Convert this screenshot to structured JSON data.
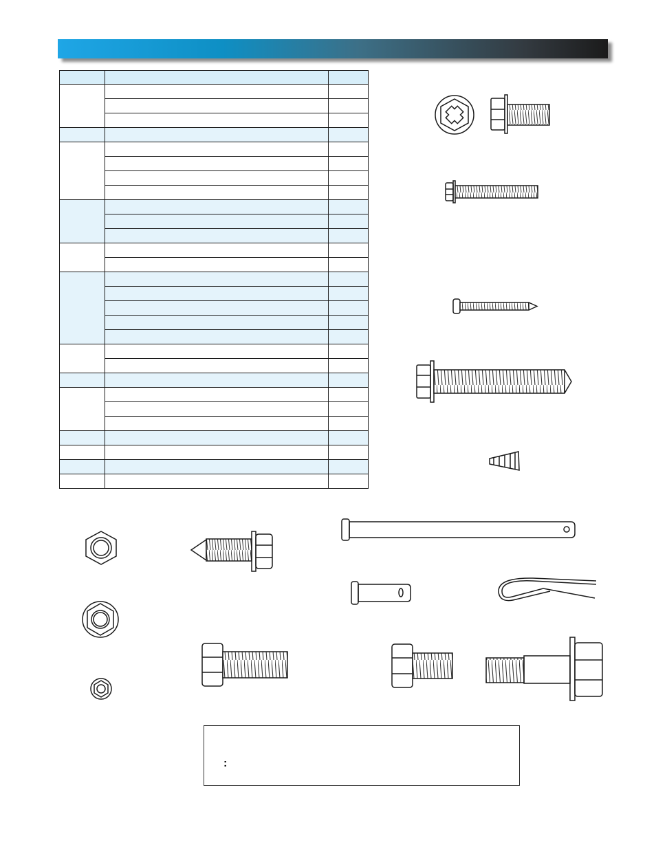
{
  "header": {
    "title": ""
  },
  "table": {
    "headers": [
      "",
      "",
      ""
    ],
    "groups": [
      {
        "key": "",
        "rows": 3,
        "shaded": false
      },
      {
        "key": "",
        "rows": 1,
        "shaded": true
      },
      {
        "key": "",
        "rows": 4,
        "shaded": false
      },
      {
        "key": "",
        "rows": 3,
        "shaded": true
      },
      {
        "key": "",
        "rows": 2,
        "shaded": false
      },
      {
        "key": "",
        "rows": 5,
        "shaded": true
      },
      {
        "key": "",
        "rows": 2,
        "shaded": false
      },
      {
        "key": "",
        "rows": 1,
        "shaded": true
      },
      {
        "key": "",
        "rows": 3,
        "shaded": false
      },
      {
        "key": "",
        "rows": 1,
        "shaded": true
      },
      {
        "key": "",
        "rows": 1,
        "shaded": false
      },
      {
        "key": "",
        "rows": 1,
        "shaded": true
      },
      {
        "key": "",
        "rows": 1,
        "shaded": false
      }
    ]
  },
  "note": {
    "line1": "",
    "colon": ":",
    "line2": ""
  },
  "parts": [
    "phillips-head-top-view-icon",
    "hex-washer-head-screw-short-icon",
    "hex-washer-head-screw-long-icon",
    "pan-head-wood-screw-icon",
    "hex-lag-screw-icon",
    "wire-nut-icon",
    "long-clevis-pin-icon",
    "hex-nut-icon",
    "self-drilling-hex-screw-icon",
    "short-clevis-pin-icon",
    "hairpin-cotter-icon",
    "flange-nut-icon",
    "hex-bolt-large-icon",
    "hex-bolt-medium-icon",
    "shoulder-bolt-icon",
    "small-lock-nut-icon"
  ],
  "colors": {
    "header_start": "#1fa6e6",
    "header_end": "#1b1b1b",
    "shade": "#e4f3fb",
    "line": "#1a1a1a"
  }
}
